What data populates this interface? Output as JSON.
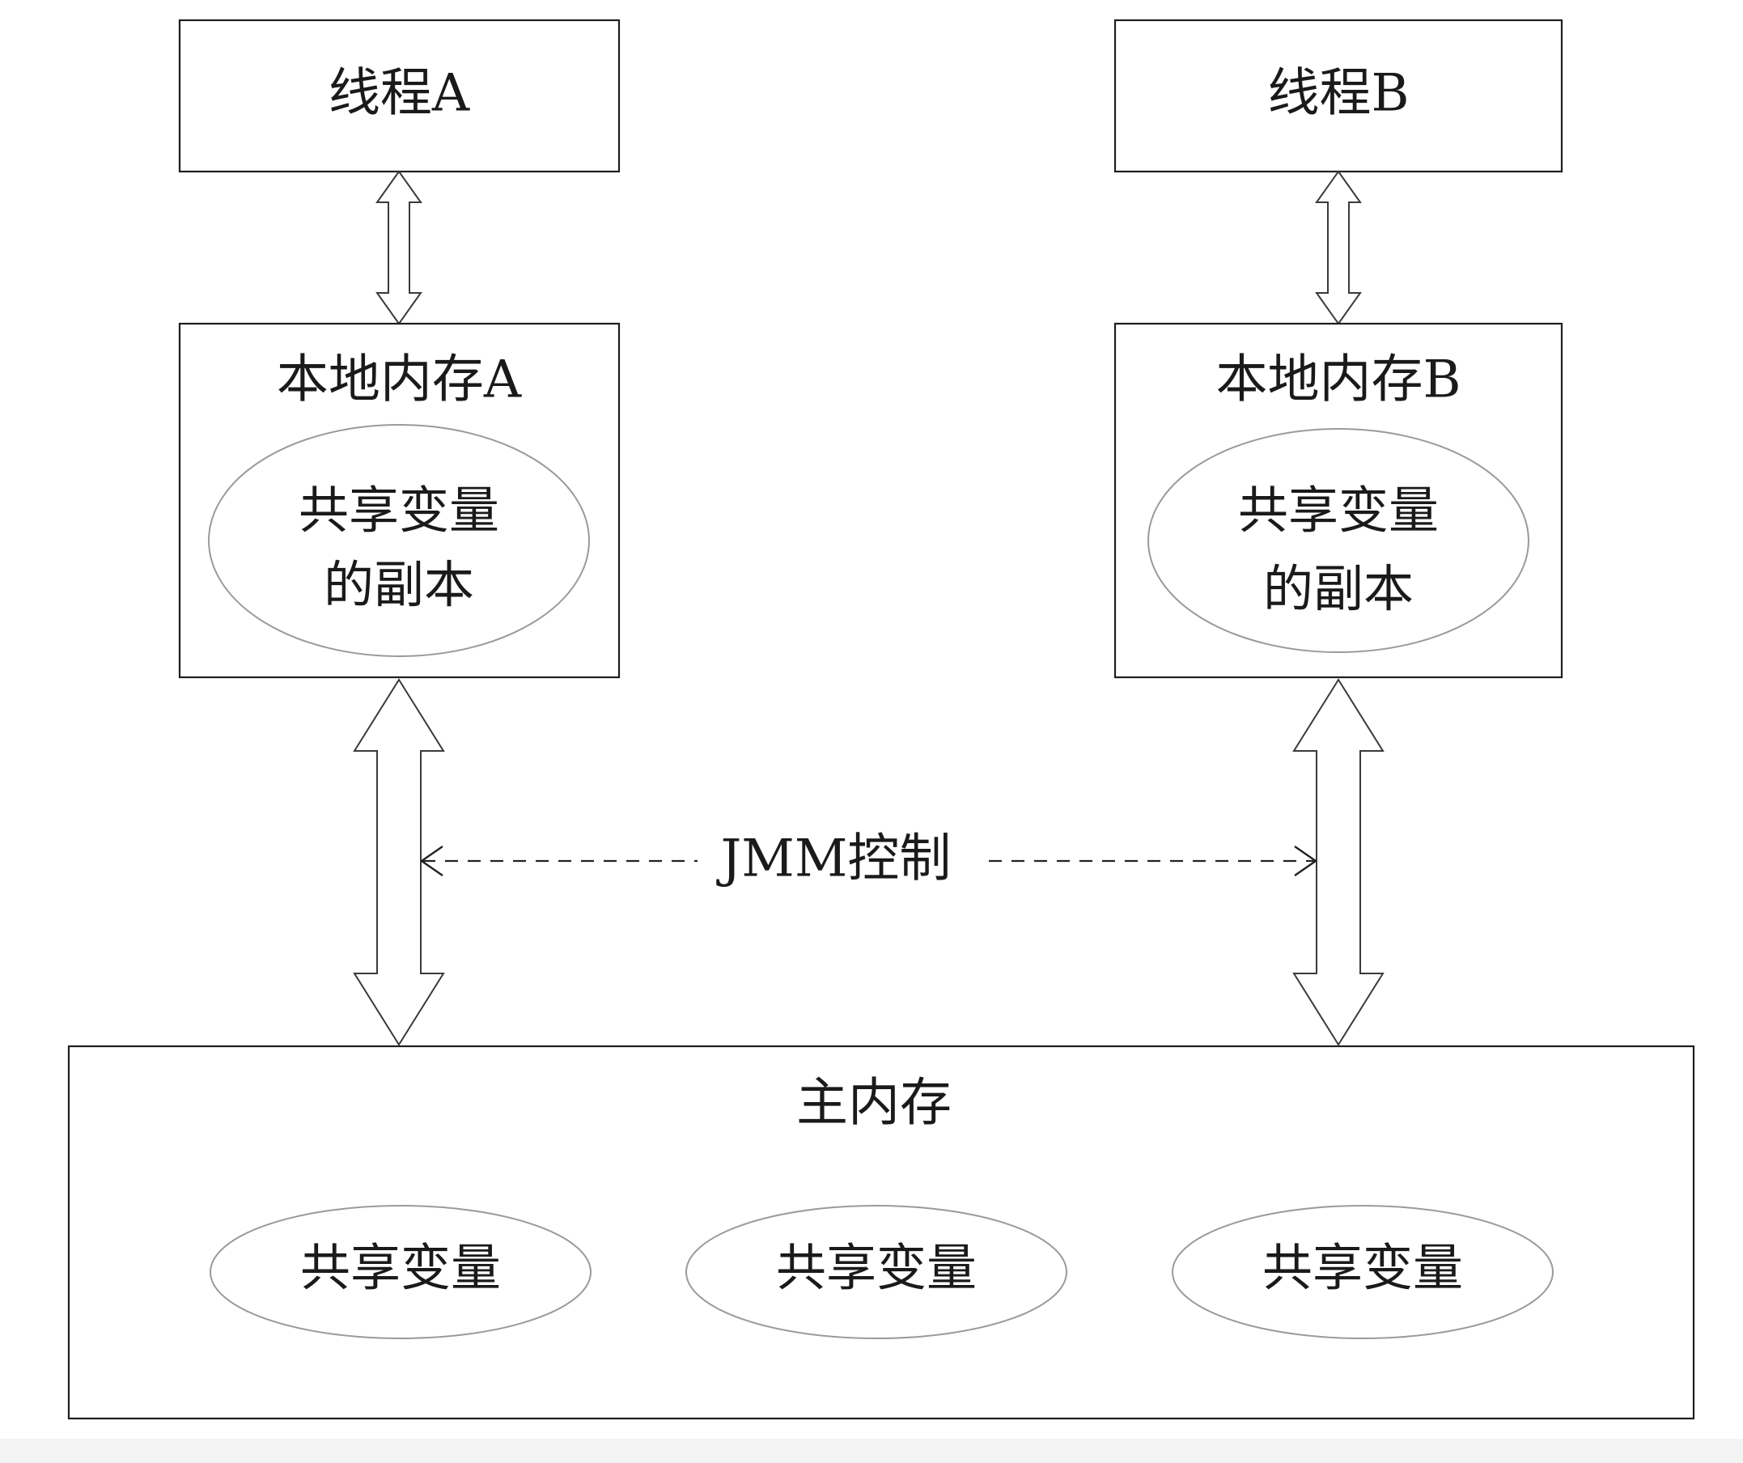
{
  "thread_a": {
    "label": "线程A"
  },
  "thread_b": {
    "label": "线程B"
  },
  "local_memory_a": {
    "label": "本地内存A",
    "copy_line1": "共享变量",
    "copy_line2": "的副本"
  },
  "local_memory_b": {
    "label": "本地内存B",
    "copy_line1": "共享变量",
    "copy_line2": "的副本"
  },
  "jmm_control": {
    "label": "JMM控制"
  },
  "main_memory": {
    "label": "主内存",
    "variables": [
      "共享变量",
      "共享变量",
      "共享变量"
    ]
  }
}
